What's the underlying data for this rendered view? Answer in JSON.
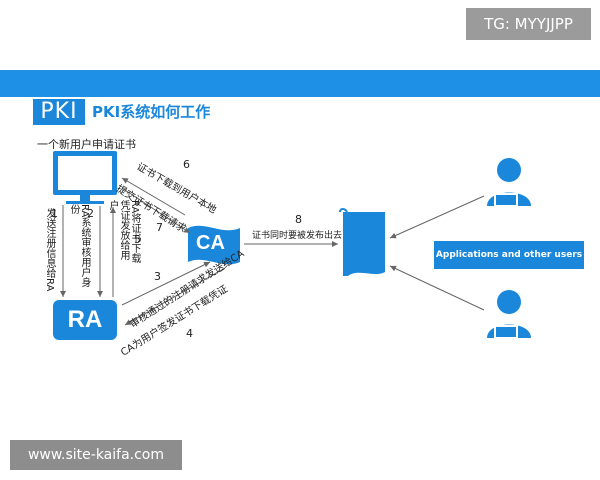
{
  "watermarks": {
    "top_right": "TG: MYYJJPP",
    "bottom_left": "www.site-kaifa.com"
  },
  "header": {
    "logo_text": "PKI",
    "title": "PKI系统如何工作"
  },
  "labels": {
    "new_user": "一个新用户申请证书",
    "ra": "RA",
    "ca": "CA",
    "apps": "Applications and other users"
  },
  "steps": {
    "s1": {
      "num": "1",
      "text": "发送注册信息给RA"
    },
    "s2": {
      "num": "2",
      "text": "RA系统审核用户身份"
    },
    "s3": {
      "num": "3",
      "text": "审核通过的注册请求发送给CA"
    },
    "s4": {
      "num": "4",
      "text": "CA为用户签发证书下载凭证"
    },
    "s5": {
      "num": "5",
      "text": "RA将证书下载凭证发放给用户"
    },
    "s6": {
      "num": "6",
      "text": "证书下载到用户本地"
    },
    "s7": {
      "num": "7",
      "text": "提交证书下载请求"
    },
    "s8": {
      "num": "8",
      "text": "证书同时要被发布出去"
    }
  },
  "colors": {
    "accent": "#1b87db",
    "banner": "#1e90e6"
  }
}
